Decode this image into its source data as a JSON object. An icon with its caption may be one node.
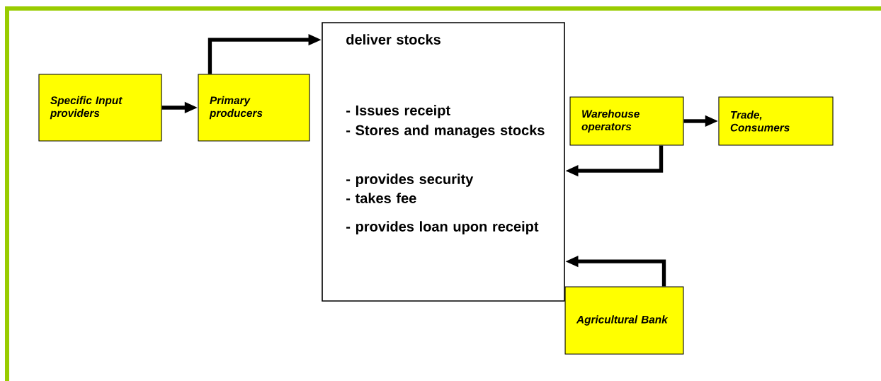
{
  "diagram": {
    "nodes": [
      {
        "text": [
          "Specific Input providers"
        ]
      },
      {
        "text": [
          "Primary producers"
        ]
      },
      {
        "text": [
          "deliver stocks",
          "- Issues receipt",
          "- Stores and manages stocks",
          "- provides security",
          "- takes fee",
          "- provides loan upon receipt"
        ]
      },
      {
        "text": [
          "Warehouse operators"
        ]
      },
      {
        "text": [
          "Trade, Consumers"
        ]
      },
      {
        "text": [
          "Agricultural Bank"
        ]
      }
    ],
    "edges": [
      {
        "from": 0,
        "to": 1,
        "arrow": "to"
      },
      {
        "from": 1,
        "to": 2,
        "arrow": "to"
      },
      {
        "from": 3,
        "to": 4,
        "arrow": "to"
      },
      {
        "from": 3,
        "to": 2,
        "arrow": "to"
      },
      {
        "from": 5,
        "to": 2,
        "arrow": "to"
      }
    ]
  }
}
